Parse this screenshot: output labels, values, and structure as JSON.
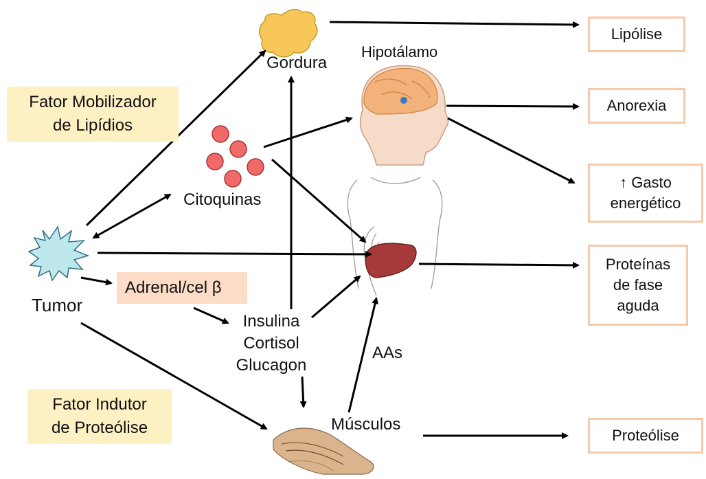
{
  "nodes": {
    "tumor": "Tumor",
    "gordura": "Gordura",
    "hipotalamo": "Hipotálamo",
    "citoquinas": "Citoquinas",
    "adrenal": "Adrenal/cel β",
    "hormones": [
      "Insulina",
      "Cortisol",
      "Glucagon"
    ],
    "aas": "AAs",
    "musculos": "Músculos"
  },
  "factors": {
    "lipid_mobilizing": [
      "Fator Mobilizador",
      "de Lipídios"
    ],
    "proteolysis_inducing": [
      "Fator Indutor",
      "de Proteólise"
    ]
  },
  "outcomes": {
    "lipolise": [
      "Lipólise"
    ],
    "anorexia": [
      "Anorexia"
    ],
    "gasto": [
      "↑ Gasto",
      "energético"
    ],
    "proteinas": [
      "Proteínas",
      "de fase",
      "aguda"
    ],
    "proteolise": [
      "Proteólise"
    ]
  },
  "colors": {
    "factor_box": "#fdf0c2",
    "adrenal_box": "#fcdcc6",
    "outcome_border": "#f9c8a6",
    "tumor_fill": "#bfe8ee",
    "fat_fill": "#f7c75a",
    "cytokine_fill": "#f06a6a",
    "liver_fill": "#a63a3a",
    "brain_fill": "#f2b27a",
    "arrow": "#000000"
  }
}
